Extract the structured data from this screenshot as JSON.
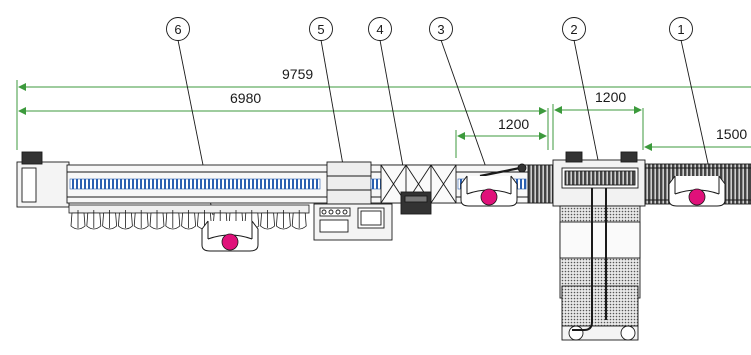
{
  "callouts": [
    "6",
    "5",
    "4",
    "3",
    "2",
    "1"
  ],
  "dimensions": {
    "overall": "9759",
    "main_section": "6980",
    "section_a": "1200",
    "section_b": "1200",
    "section_c": "1500"
  },
  "colors": {
    "dimension_line": "#3c9a3c",
    "conveyor_blue": "#2a5fb0",
    "operator_seat": "#e0117a",
    "outline": "#1a1a1a"
  },
  "icons": [
    "operator-station-icon",
    "dimension-arrow-icon"
  ]
}
